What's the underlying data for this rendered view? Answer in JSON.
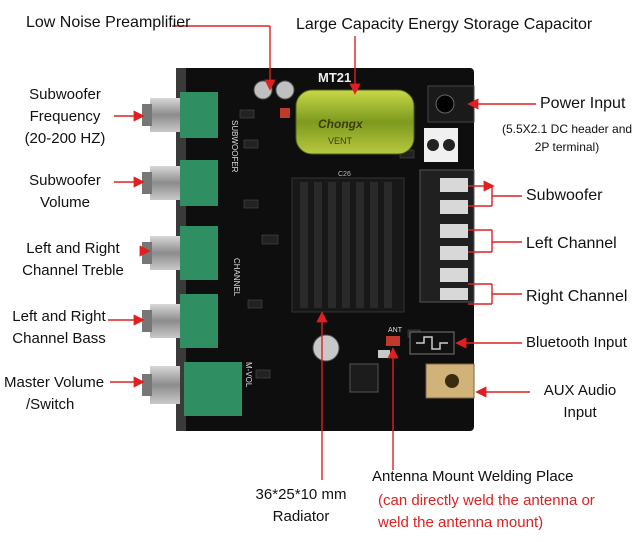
{
  "labels": {
    "preamp": "Low Noise Preamplifier",
    "capacitor": "Large Capacity Energy Storage Capacitor",
    "power_input": "Power Input",
    "power_input_detail_1": "(5.5X2.1 DC header and",
    "power_input_detail_2": "2P terminal)",
    "sub_freq_1": "Subwoofer",
    "sub_freq_2": "Frequency",
    "sub_freq_3": "(20-200 HZ)",
    "sub_vol_1": "Subwoofer",
    "sub_vol_2": "Volume",
    "treble_1": "Left and Right",
    "treble_2": "Channel Treble",
    "bass_1": "Left and Right",
    "bass_2": "Channel Bass",
    "master_1": "Master Volume",
    "master_2": "/Switch",
    "subwoofer_out": "Subwoofer",
    "left_channel": "Left Channel",
    "right_channel": "Right Channel",
    "bluetooth": "Bluetooth Input",
    "aux_1": "AUX Audio",
    "aux_2": "Input",
    "antenna_1": "Antenna Mount Welding Place",
    "antenna_2": "(can directly weld the antenna or",
    "antenna_3": "weld the antenna mount)",
    "radiator_1": "36*25*10 mm",
    "radiator_2": "Radiator"
  },
  "board": {
    "model": "MT21",
    "cap_brand": "Chongx",
    "cap_series": "VENT",
    "silk_subwoofer": "SUBWOOFER",
    "silk_channel": "CHANNEL",
    "silk_mvol": "M-VOL",
    "silk_ant": "ANT",
    "ic_label": "C26"
  },
  "colors": {
    "arrow_red": "#e02020",
    "pcb": "#0e0e0e",
    "knob": "#9a9a9a",
    "pot_green": "#2f8f62",
    "cap_green": "#8aa12a"
  }
}
